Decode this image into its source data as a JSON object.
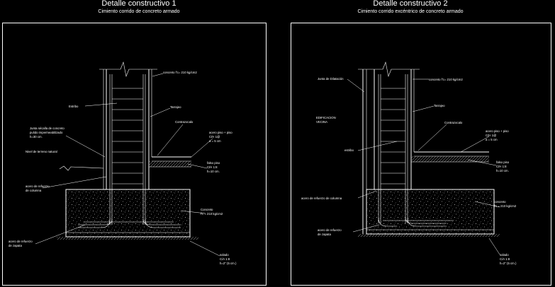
{
  "detail1": {
    "title": "Detalle constructivo 1",
    "subtitle": "Cimiento corrido de concreto armado",
    "labels": {
      "concrete_top": "concreto f'c= 210 kg/cm2",
      "estribo": "Estribo",
      "tarrajeo": "Tarrajeo",
      "junta": "Junta sécalla de concreto",
      "junta2": "pulido impermeabilizado",
      "junta3": "h=30 cm.",
      "contrazocalo": "Contrazocalo",
      "acero_piso": "acero piso + piso",
      "acero_piso2": "C/H   1@",
      "acero_piso3": "a = 5 cm",
      "nivel_terreno": "Nivel de terreno natural",
      "falso_piso": "falso piso",
      "falso_piso2": "C/H 1:8",
      "falso_piso3": "h=10 cm.",
      "acero_columna": "acero de refuerzo",
      "acero_columna2": "de columna",
      "concreto": "Concreto",
      "concreto2": "f'c = 210 kg/cm2",
      "acero_zapata": "acero de refuerzo",
      "acero_zapata2": "de zapata",
      "solado": "solado",
      "solado2": "C/A 1:8",
      "solado3": "h=2\" (5 cm.)"
    }
  },
  "detail2": {
    "title": "Detalle constructivo 2",
    "subtitle": "Cimiento corrido excéntrico de concreto armado",
    "labels": {
      "junta_dilatacion": "Junta de Dilatación",
      "concrete_top": "concreto f'c= 210 kg/cm2",
      "tarrajeo": "Tarrajeo",
      "edificacion": "EDIFICACION",
      "edificacion2": "VECINA",
      "contrazocalo": "Contrazocalo",
      "acero_piso": "acero piso + piso",
      "acero_piso2": "C/H   1@",
      "acero_piso3": "a = 5 cm",
      "estribo": "estribo",
      "falso_piso": "falso piso",
      "falso_piso2": "C/H 1:8",
      "falso_piso3": "h=10 cm.",
      "acero_columna": "acero de refuerzo de columna",
      "concreto": "concreto",
      "concreto2": "f'c = 210 kg/cm2",
      "acero_zapata": "acero de refuerzo",
      "acero_zapata2": "de zapata",
      "solado": "solado",
      "solado2": "C/A 1:8",
      "solado3": "h=2\" (5 cm.)"
    }
  }
}
